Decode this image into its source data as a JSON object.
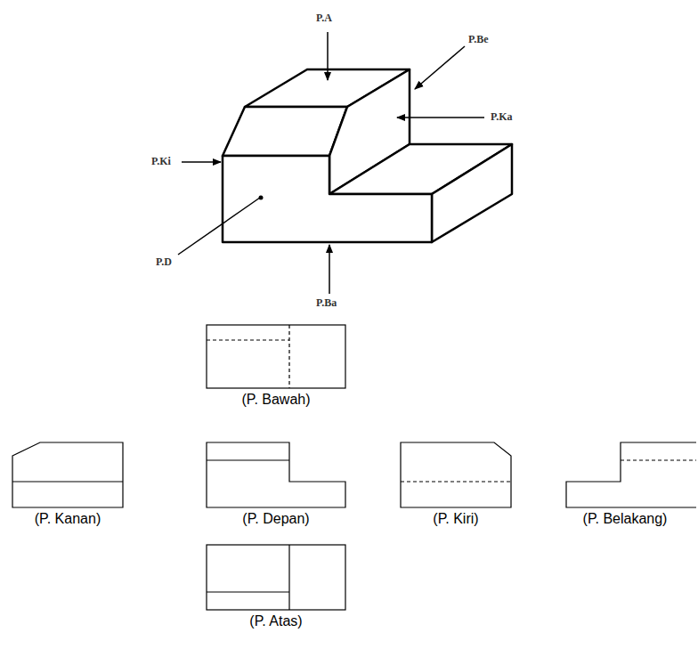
{
  "diagram": {
    "labels": [
      "P.A",
      "P.Be",
      "P.Ka",
      "P.Ki",
      "P.D",
      "P.Ba",
      "(P. Bawah)",
      "(P. Kanan)",
      "(P. Depan)",
      "(P. Kiri)",
      "(P. Belakang)",
      "(P. Atas)"
    ]
  }
}
